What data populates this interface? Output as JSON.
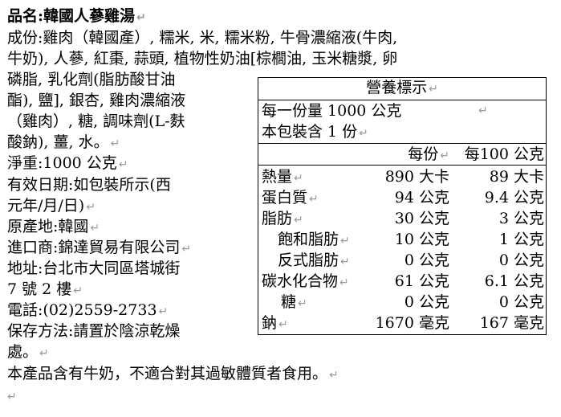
{
  "product_name": "品名:韓國人蔘雞湯",
  "ingredients_lines": [
    "成份:雞肉（韓國產）, 糯米, 米, 糯米粉, 牛骨濃縮液(牛肉,",
    "牛奶), 人蔘, 紅棗, 蒜頭, 植物性奶油[棕櫚油, 玉米糖漿, 卵",
    "磷脂, 乳化劑(脂肪酸甘油",
    "酯), 鹽], 銀杏, 雞肉濃縮液",
    "（雞肉）, 糖, 調味劑(L-麩",
    "酸鈉), 薑, 水。"
  ],
  "net_weight": "淨重:1000 公克",
  "expiry_lines": [
    "有效日期:如包裝所示(西",
    "元年/月/日)"
  ],
  "origin": "原產地:韓國",
  "importer": "進口商:錦達貿易有限公司",
  "address_lines": [
    "地址:台北市大同區塔城街",
    "7 號 2 樓"
  ],
  "phone": "電話:(02)2559-2733",
  "storage_lines": [
    "保存方法:請置於陰涼乾燥",
    "處。"
  ],
  "allergen": "本產品含有牛奶，不適合對其過敏體質者食用。",
  "paragraph_mark": "↵",
  "nutrition": {
    "title": "營養標示",
    "serving_size": "每一份量 1000 公克",
    "servings": "本包裝含 1 份",
    "col_per_serving": "每份",
    "col_per_100": "每100 公克",
    "rows": [
      {
        "name": "熱量",
        "per_serving": "890 大卡",
        "per_100": "89 大卡"
      },
      {
        "name": "蛋白質",
        "per_serving": "94 公克",
        "per_100": "9.4 公克"
      },
      {
        "name": "脂肪",
        "per_serving": "30 公克",
        "per_100": "3 公克"
      },
      {
        "name": "飽和脂肪",
        "per_serving": "10 公克",
        "per_100": "1 公克"
      },
      {
        "name": "反式脂肪",
        "per_serving": "0 公克",
        "per_100": "0 公克"
      },
      {
        "name": "碳水化合物",
        "per_serving": "61 公克",
        "per_100": "6.1 公克"
      },
      {
        "name": "糖",
        "per_serving": "0 公克",
        "per_100": "0 公克"
      },
      {
        "name": "鈉",
        "per_serving": "1670 毫克",
        "per_100": "167 毫克"
      }
    ]
  }
}
